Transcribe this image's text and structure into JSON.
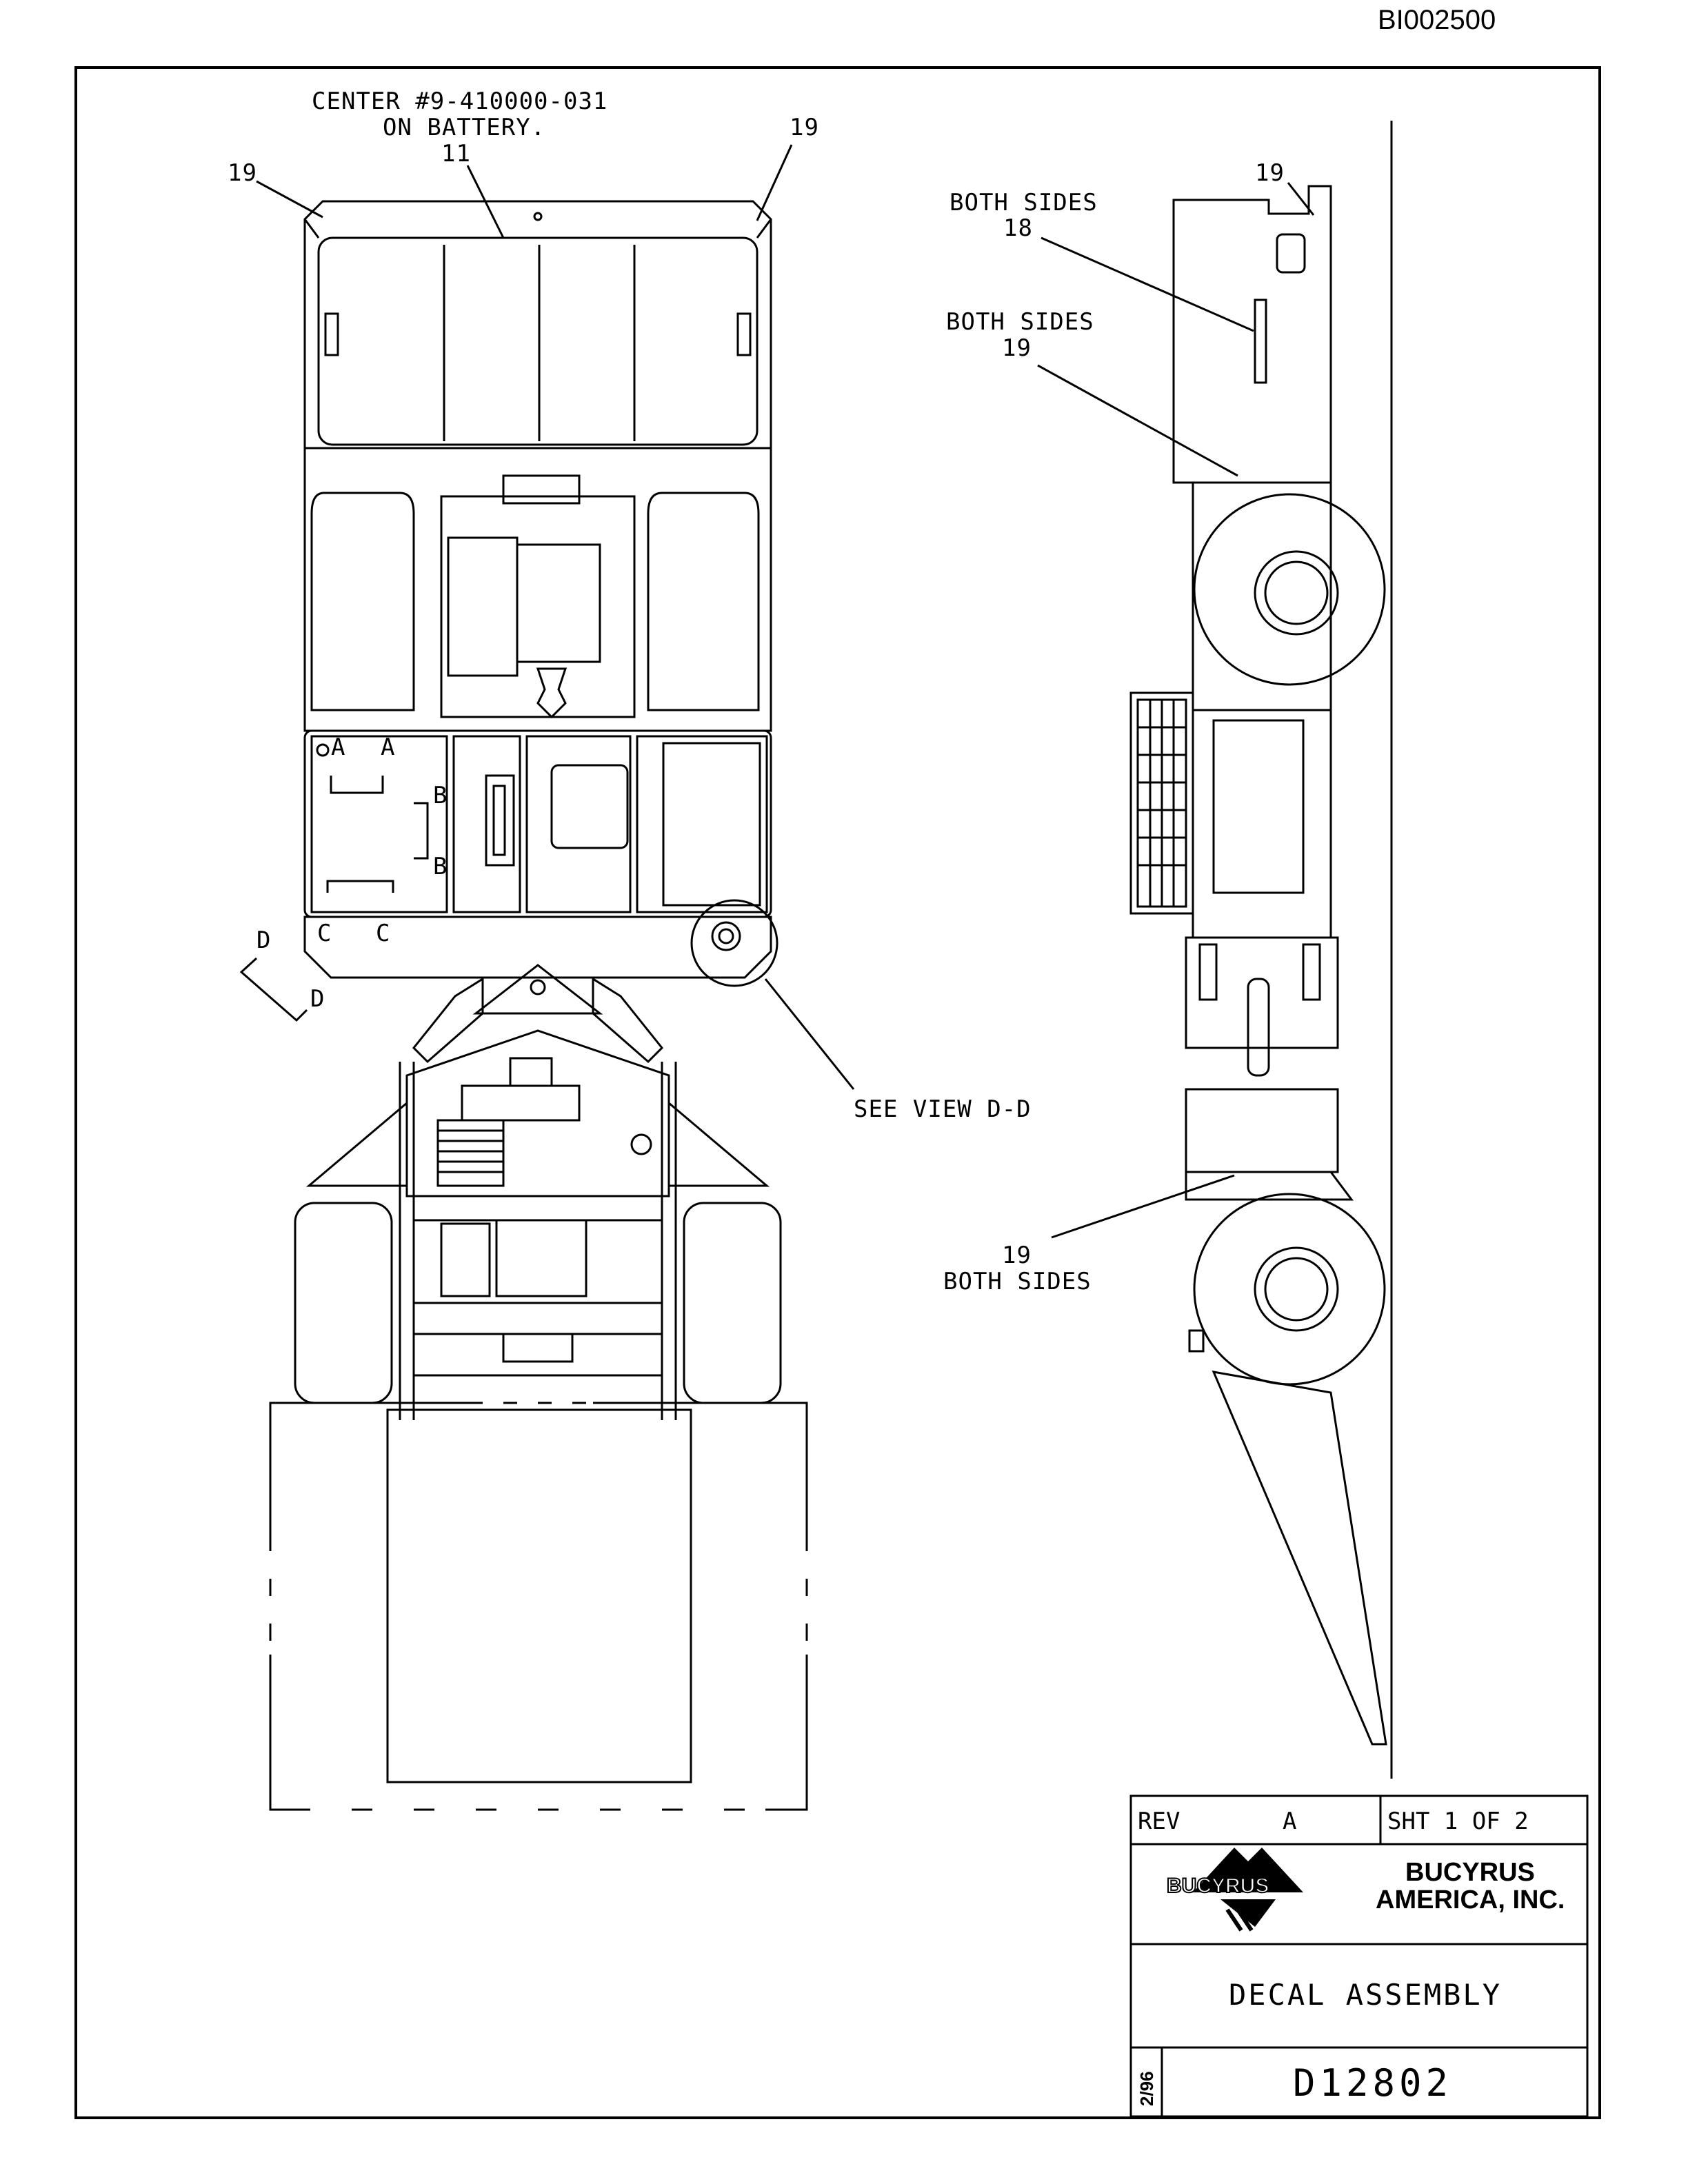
{
  "document_id": "BI002500",
  "callouts": {
    "center_line1": "CENTER #9-410000-031",
    "center_line2": "ON BATTERY.",
    "item_11": "11",
    "item_19_top_left": "19",
    "item_19_top_right": "19",
    "item_19_side_top": "19",
    "both_sides_18_label": "BOTH SIDES",
    "item_18": "18",
    "both_sides_19_label": "BOTH SIDES",
    "item_19_side_mid": "19",
    "item_19_side_low": "19",
    "both_sides_19_low_label": "BOTH SIDES",
    "see_view": "SEE VIEW D-D",
    "section_d1": "D",
    "section_d2": "D",
    "marker_a1": "A",
    "marker_a2": "A",
    "marker_b1": "B",
    "marker_b2": "B",
    "marker_c1": "C",
    "marker_c2": "C"
  },
  "title_block": {
    "rev_label": "REV",
    "rev_value": "A",
    "sheet": "SHT 1  OF  2",
    "logo_text": "BUCYRUS",
    "company_line1": "BUCYRUS",
    "company_line2": "AMERICA, INC.",
    "title": "DECAL ASSEMBLY",
    "date": "2/96",
    "drawing_number": "D12802"
  }
}
